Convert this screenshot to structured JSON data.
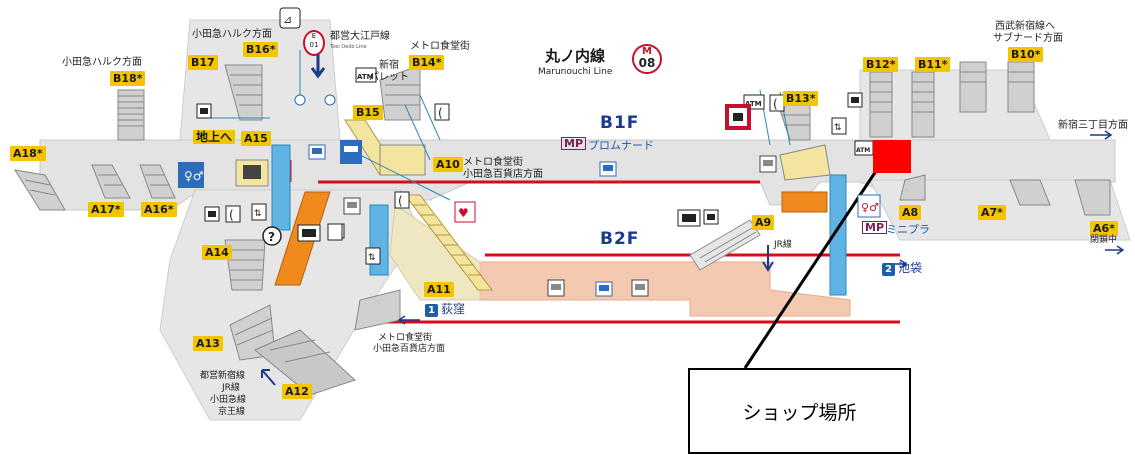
{
  "line": {
    "name": "丸ノ内線",
    "name_en": "Marunouchi Line",
    "code_letter": "M",
    "code_number": "08",
    "color": "#e60012"
  },
  "toei_oedo": {
    "label": "都営大江戸線",
    "label_en": "Toei Oedo Line",
    "code_letter": "E",
    "code_number": "01"
  },
  "floors": {
    "b1": "B1F",
    "b2": "B2F"
  },
  "exits": {
    "b16": "B16*",
    "b17": "B17",
    "b18": "B18*",
    "b14": "B14*",
    "b15": "B15",
    "b13": "B13*",
    "b12": "B12*",
    "b11": "B11*",
    "b10": "B10*",
    "a18": "A18*",
    "a17": "A17*",
    "a16": "A16*",
    "a15": "A15",
    "a14": "A14",
    "a13": "A13",
    "a12": "A12",
    "a11": "A11",
    "a10": "A10",
    "a9": "A9",
    "a8": "A8",
    "a7": "A7*",
    "a6": "A6*"
  },
  "labels": {
    "odakyu_halc_top": "小田急ハルク方面",
    "odakyu_halc_left": "小田急ハルク方面",
    "metro_food_top": "メトロ食堂街",
    "shinjuku_pallet": "新宿\nパレット",
    "seibu_line1": "西武新宿線へ",
    "seibu_line2": "サブナード方面",
    "sanchome": "新宿三丁目方面",
    "to_surface": "地上へ",
    "promenade": "プロムナード",
    "a10_line1": "メトロ食堂街",
    "a10_line2": "小田急百貨店方面",
    "miniplaza": "ミニプラ",
    "mp": "MP",
    "closed": "閉鎖中",
    "jr_line": "JR線",
    "ikebukuro": "池袋",
    "ogikubo": "荻窪",
    "bottom_food1": "メトロ食堂街",
    "bottom_food2": "小田急百貨店方面",
    "a12_lines": [
      "都営新宿線",
      "JR線",
      "小田急線",
      "京王線"
    ],
    "atm": "ATM",
    "ikebukuro_num": "2",
    "ogikubo_num": "1"
  },
  "shop": {
    "label": "ショップ場所",
    "marker_color": "#ff0000"
  },
  "icons": [
    "toilet-icon",
    "phone-icon",
    "atm-icon",
    "elevator-icon",
    "escalator-icon",
    "locker-icon",
    "aed-icon",
    "info-icon",
    "ticket-machine-icon",
    "fare-adjustment-icon"
  ],
  "colors": {
    "exit_badge": "#f2c500",
    "line_red": "#d70c18",
    "concourse_b2": "#f5c9b0",
    "floor_text": "#1b3a8c"
  }
}
